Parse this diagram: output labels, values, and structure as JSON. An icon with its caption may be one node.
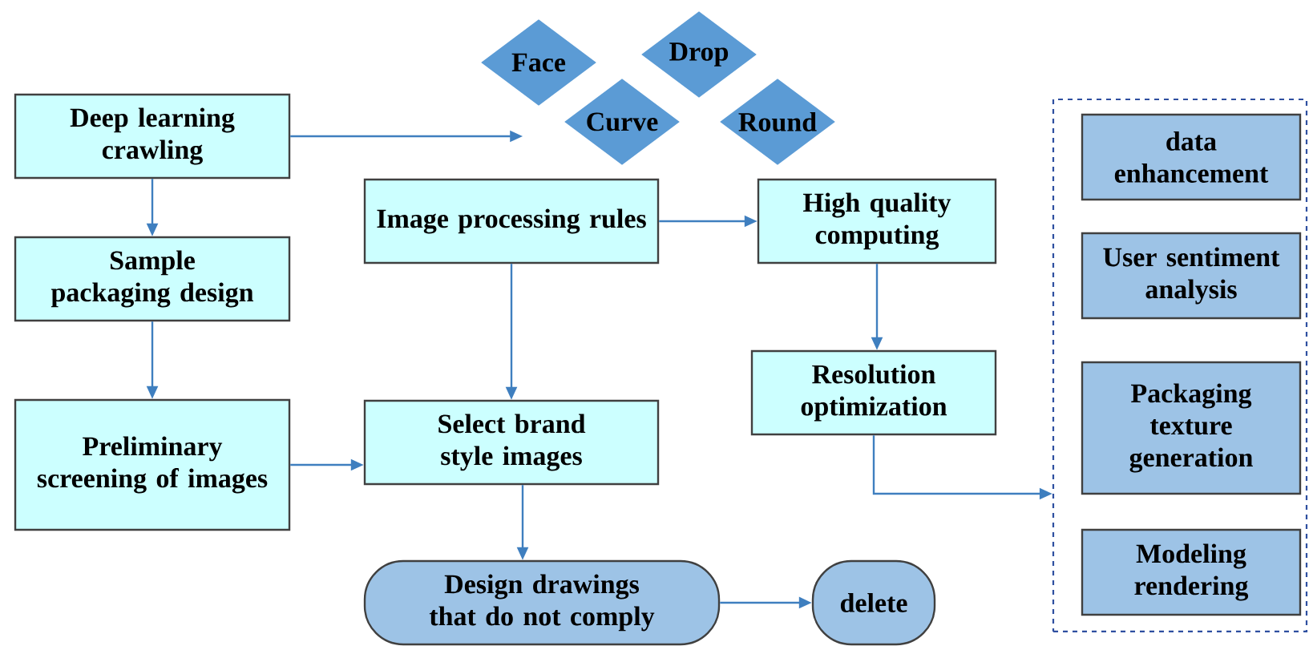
{
  "diagram": {
    "nodes": [
      {
        "text": [
          "Deep learning crawling"
        ]
      },
      {
        "text": [
          "Sample packaging design"
        ]
      },
      {
        "text": [
          "Preliminary screening of images"
        ]
      },
      {
        "text": [
          "Face"
        ]
      },
      {
        "text": [
          "Drop"
        ]
      },
      {
        "text": [
          "Curve"
        ]
      },
      {
        "text": [
          "Round"
        ]
      },
      {
        "text": [
          "Image processing rules"
        ]
      },
      {
        "text": [
          "High quality computing"
        ]
      },
      {
        "text": [
          "Select brand style images"
        ]
      },
      {
        "text": [
          "Resolution optimization"
        ]
      },
      {
        "text": [
          "Design drawings that do not comply"
        ]
      },
      {
        "text": [
          "delete"
        ]
      },
      {
        "text": [],
        "shape": "box"
      },
      {
        "text": [
          "data enhancement"
        ],
        "in": 13
      },
      {
        "text": [
          "User sentiment analysis"
        ],
        "in": 13
      },
      {
        "text": [
          "Packaging texture generation"
        ],
        "in": 13
      },
      {
        "text": [
          "Modeling rendering"
        ],
        "in": 13
      }
    ],
    "edges": [
      {
        "from": 0,
        "to": null,
        "arrow": "to"
      },
      {
        "from": 0,
        "to": 1,
        "arrow": "to"
      },
      {
        "from": 1,
        "to": 2,
        "arrow": "to"
      },
      {
        "from": 2,
        "to": 9,
        "arrow": "to"
      },
      {
        "from": 7,
        "to": 9,
        "arrow": "to"
      },
      {
        "from": 7,
        "to": 8,
        "arrow": "to"
      },
      {
        "from": 8,
        "to": 10,
        "arrow": "to"
      },
      {
        "from": 10,
        "to": 13,
        "arrow": "to"
      },
      {
        "from": 9,
        "to": 11,
        "arrow": "to"
      },
      {
        "from": 11,
        "to": 12,
        "arrow": "to"
      }
    ]
  }
}
